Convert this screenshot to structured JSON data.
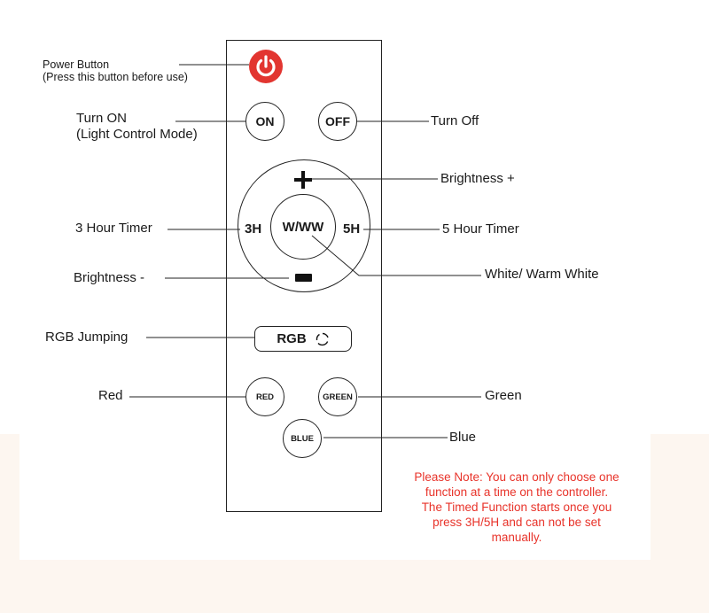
{
  "remote_buttons": {
    "on": "ON",
    "off": "OFF",
    "timer_3h": "3H",
    "ww": "W/WW",
    "timer_5h": "5H",
    "rgb": "RGB",
    "red": "RED",
    "green": "GREEN",
    "blue": "BLUE"
  },
  "labels": {
    "power_line1": "Power Button",
    "power_line2": "(Press this button before use)",
    "turn_on_line1": "Turn ON",
    "turn_on_line2": "(Light Control Mode)",
    "turn_off": "Turn Off",
    "brightness_plus": "Brightness +",
    "timer_3h": "3 Hour Timer",
    "timer_5h": "5 Hour Timer",
    "brightness_minus": "Brightness -",
    "white_warm": "White/ Warm White",
    "rgb_jumping": "RGB Jumping",
    "red": "Red",
    "green": "Green",
    "blue": "Blue"
  },
  "note": [
    "Please Note: You can only choose one",
    "function at a time on the controller.",
    "The Timed Function starts once you",
    "press 3H/5H and can not be set",
    "manually."
  ],
  "colors": {
    "power": "#e23530",
    "note": "#e8332a",
    "line": "#222222"
  },
  "icons": {
    "power": "power-icon",
    "plus": "plus-icon",
    "minus": "minus-icon",
    "cycle": "cycle-icon"
  }
}
